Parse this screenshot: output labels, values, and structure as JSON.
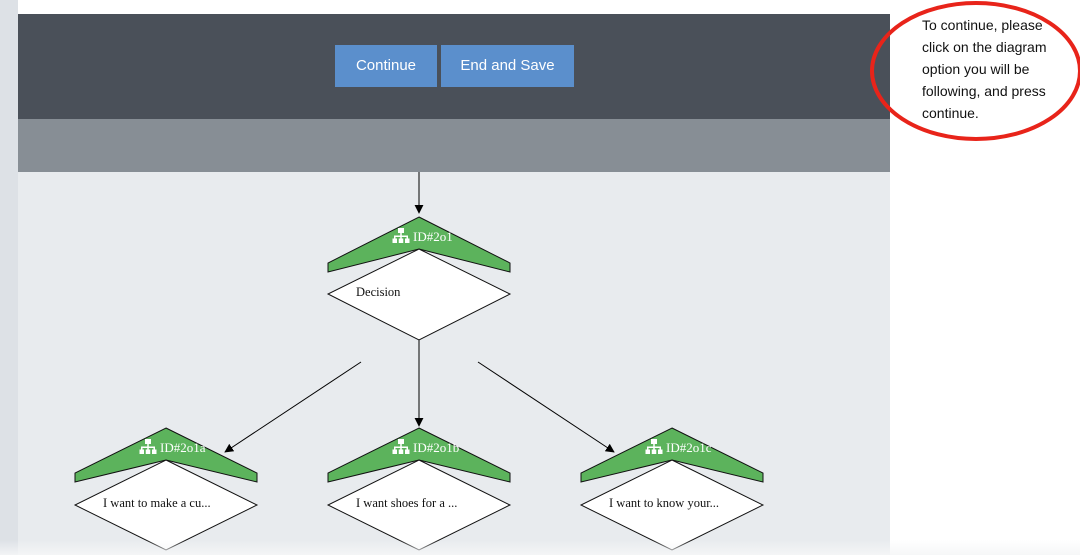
{
  "toolbar": {
    "continue_label": "Continue",
    "end_save_label": "End and Save"
  },
  "help": {
    "text": "To continue, please click on the diagram option you will be following, and press continue.",
    "highlight_color": "#e8241a"
  },
  "colors": {
    "toolbar_bg": "#4a5059",
    "subbar_bg": "#878e95",
    "canvas_bg": "#e8ebee",
    "button_bg": "#5b8fcc",
    "node_header": "#5cb35c"
  },
  "diagram": {
    "nodes": [
      {
        "key": "root",
        "id_text": "ID#2o1",
        "label": "Decision",
        "icon": "sitemap-icon"
      },
      {
        "key": "child-a",
        "id_text": "ID#2o1a",
        "label": "I want to make a cu...",
        "icon": "sitemap-icon"
      },
      {
        "key": "child-b",
        "id_text": "ID#2o1b",
        "label": "I want shoes for a ...",
        "icon": "sitemap-icon"
      },
      {
        "key": "child-c",
        "id_text": "ID#2o1c",
        "label": "I want to know your...",
        "icon": "sitemap-icon"
      }
    ]
  }
}
